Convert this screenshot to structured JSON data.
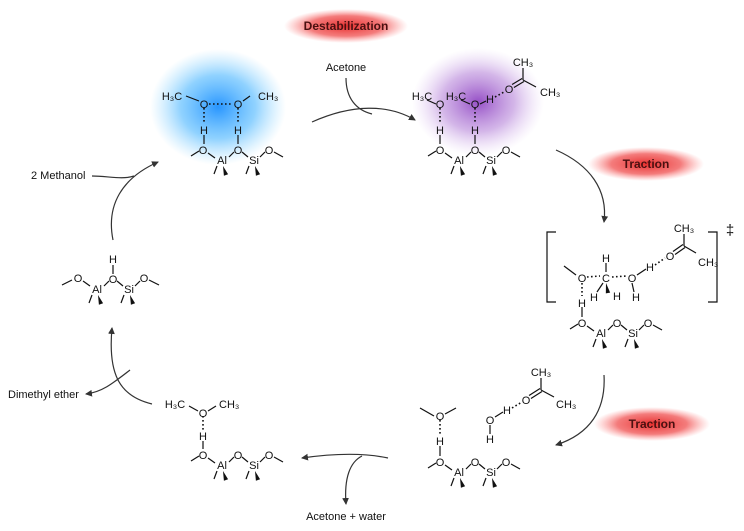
{
  "badges": {
    "destabilization": "Destabilization",
    "traction_1": "Traction",
    "traction_2": "Traction"
  },
  "reagents": {
    "acetone_in": "Acetone",
    "methanol_in": "2 Methanol",
    "dme_out": "Dimethyl ether",
    "acetone_water_out": "Acetone + water"
  },
  "atoms": {
    "O": "O",
    "H": "H",
    "C": "C",
    "Al": "Al",
    "Si": "Si",
    "H3C": "H₃C",
    "CH3": "CH₃"
  },
  "ts_mark": "‡",
  "colors": {
    "badge_red": "#e8302f",
    "blue_glow": "#3fa9f5",
    "purple_glow": "#9a4fc4",
    "arrow": "#333333"
  }
}
